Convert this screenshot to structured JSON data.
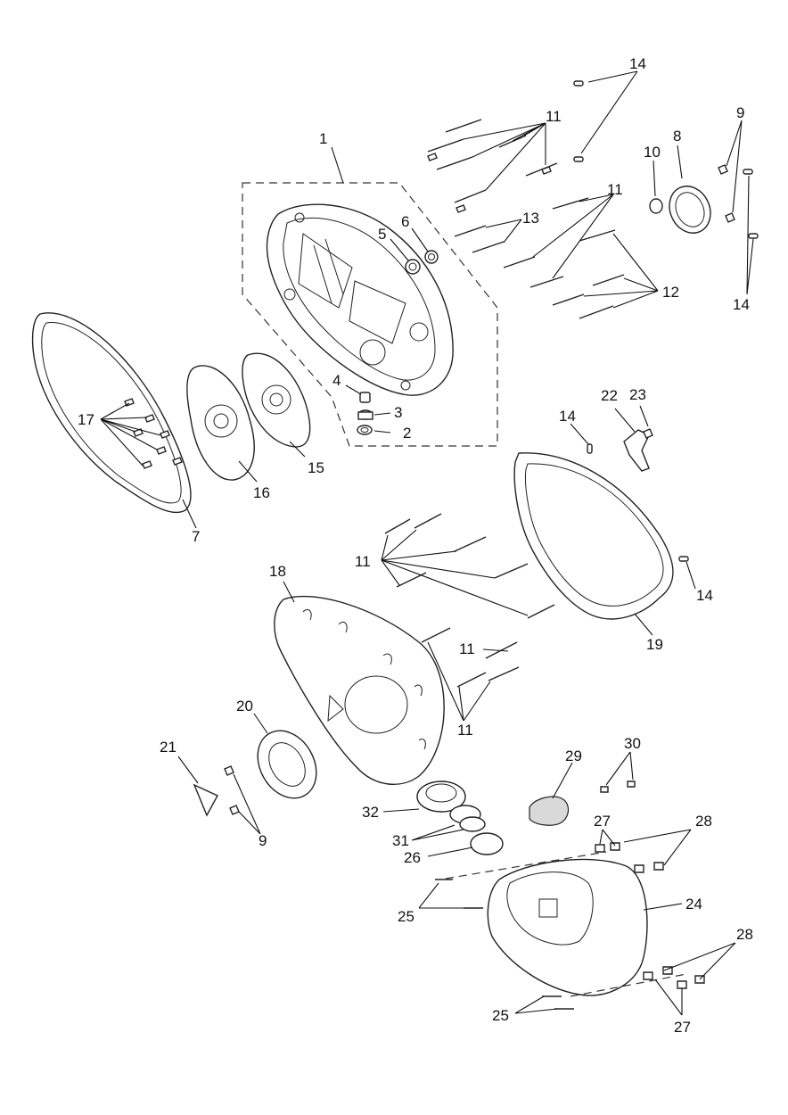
{
  "callouts": {
    "c1": "1",
    "c2": "2",
    "c3": "3",
    "c4": "4",
    "c5": "5",
    "c6": "6",
    "c7": "7",
    "c8": "8",
    "c9a": "9",
    "c9b": "9",
    "c10": "10",
    "c11a": "11",
    "c11b": "11",
    "c11c": "11",
    "c11d": "11",
    "c11e": "11",
    "c12": "12",
    "c13": "13",
    "c14a": "14",
    "c14b": "14",
    "c14c": "14",
    "c14d": "14",
    "c15": "15",
    "c16": "16",
    "c17": "17",
    "c18": "18",
    "c19": "19",
    "c20": "20",
    "c21": "21",
    "c22": "22",
    "c23": "23",
    "c24": "24",
    "c25a": "25",
    "c25b": "25",
    "c26": "26",
    "c27a": "27",
    "c27b": "27",
    "c28a": "28",
    "c28b": "28",
    "c29": "29",
    "c30": "30",
    "c31": "31",
    "c32": "32"
  }
}
